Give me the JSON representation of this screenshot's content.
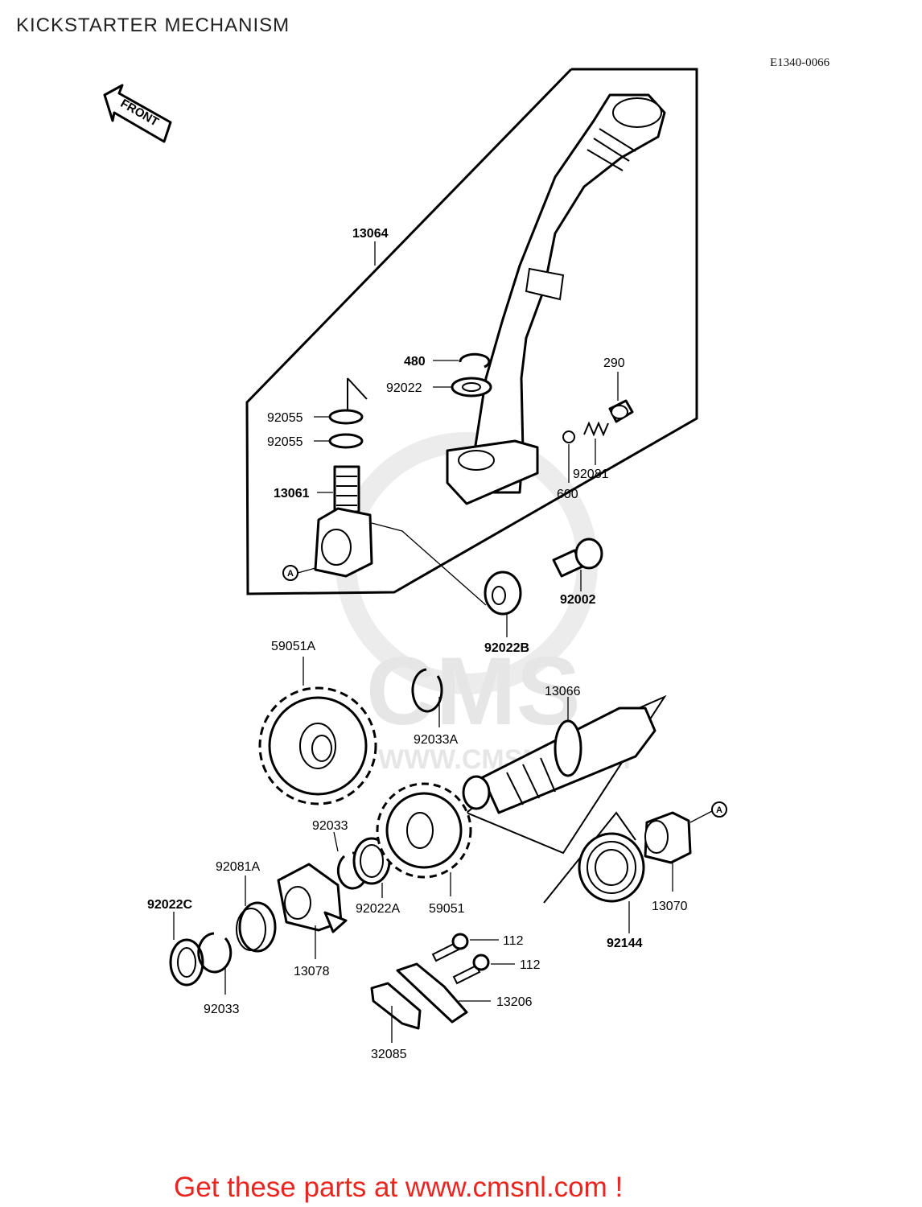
{
  "title": "KICKSTARTER MECHANISM",
  "diagram_code": "E1340-0066",
  "front_label": "FRONT",
  "watermark": "CMS",
  "watermark_url": "WWW.CMSNL.COM",
  "ref_marker": "A",
  "footer_cta": "Get these parts at www.cmsnl.com !",
  "cta_color": "#e8251f",
  "parts": {
    "kick_pedal": "13064",
    "circlip_480": "480",
    "washer_92022": "92022",
    "spring_290": "290",
    "oring_1": "92055",
    "oring_2": "92055",
    "ball_spring_92081": "92081",
    "ball_600": "600",
    "shaft_13061": "13061",
    "bolt_92002": "92002",
    "washer_92022b": "92022B",
    "gear_59051a": "59051A",
    "circlip_92033a": "92033A",
    "shaft_13066": "13066",
    "circlip_92033_upper": "92033",
    "washer_92022a": "92022A",
    "gear_59051": "59051",
    "collar_13070": "13070",
    "spring_92081a": "92081A",
    "washer_92022c": "92022C",
    "ratchet_13078": "13078",
    "circlip_92033_lower": "92033",
    "spring_92144": "92144",
    "bolt_112_a": "112",
    "bolt_112_b": "112",
    "guide_13206": "13206",
    "plate_32085": "32085"
  }
}
